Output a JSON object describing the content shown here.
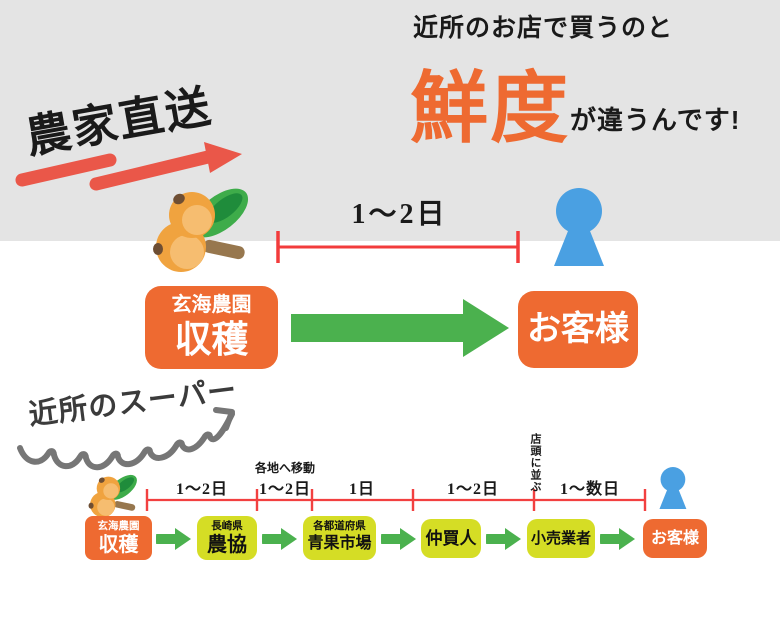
{
  "header": {
    "line1": "近所のお店で買うのと",
    "highlight": "鮮度",
    "line2": "が違うんです!"
  },
  "direct_section": {
    "title": "農家直送",
    "duration_label": "1〜2日",
    "origin_box": {
      "title": "玄海農園",
      "label": "収穫"
    },
    "dest_box": {
      "label": "お客様"
    }
  },
  "super_section": {
    "title": "近所のスーパー",
    "timeline": {
      "seg1": "1〜2日",
      "seg2_note": "各地へ移動",
      "seg2": "1〜2日",
      "seg3": "1日",
      "seg4": "1〜2日",
      "shelf_note": "店頭に並ぶ",
      "seg5": "1〜数日"
    },
    "steps": {
      "s1_title": "玄海農園",
      "s1_label": "収穫",
      "s2_title": "長崎県",
      "s2_label": "農協",
      "s3_title": "各都道府県",
      "s3_label": "青果市場",
      "s4_label": "仲買人",
      "s5_label": "小売業者",
      "s6_label": "お客様"
    }
  },
  "colors": {
    "yellow_band": "#FFF628",
    "gray_band": "#E4E4E4",
    "accent_orange": "#EE6A31",
    "box_yellowgreen": "#D5DD25",
    "arrow_green": "#4BB14E",
    "person_blue": "#4AA0E2",
    "line_red": "#F23B3B",
    "hand_arrow_red": "#EA5749",
    "squiggle_gray": "#767676"
  }
}
